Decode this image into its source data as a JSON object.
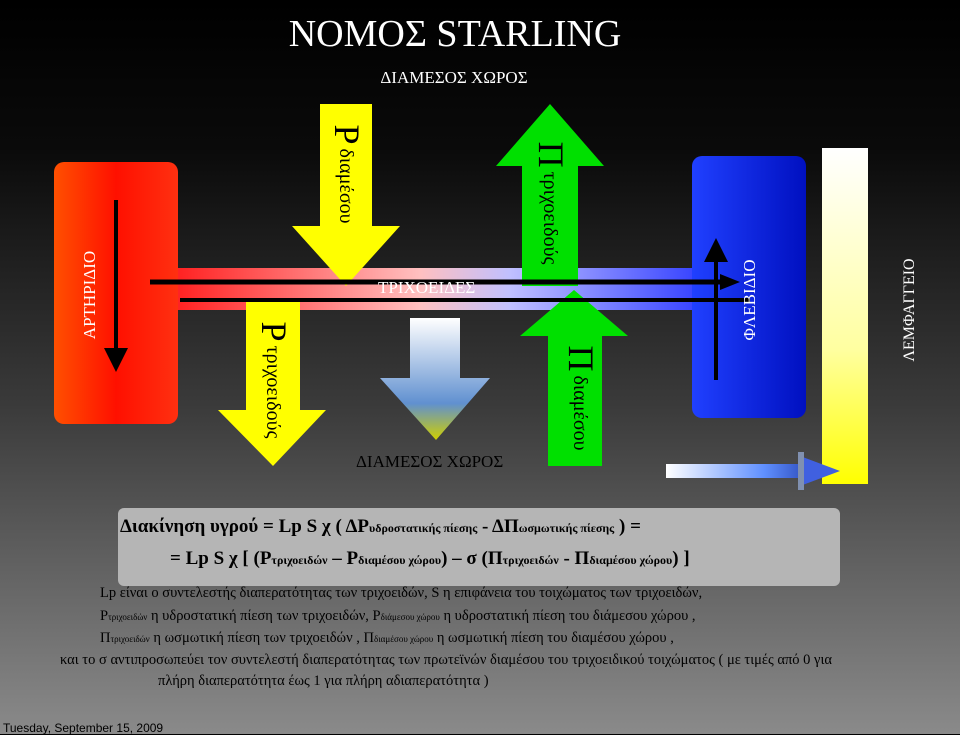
{
  "title": "ΝΟΜΟΣ STARLING",
  "top_label": "ΔΙΑΜΕΣΟΣ ΧΩΡΟΣ",
  "bottom_label": "ΔΙΑΜΕΣΟΣ ΧΩΡΟΣ",
  "capillary_label": "ΤΡΙΧΟΕΙΔΕΣ",
  "artery_label": "ΑΡΤΗΡΙΔΙΟ",
  "vein_label": "ΦΛΕΒΙΔΙΟ",
  "lymph_label": "ΛΕΜΦΑΓΓΕΙΟ",
  "arrows": {
    "p_interstitial": {
      "symbol": "P",
      "text": "διαμέσου"
    },
    "pi_capillary": {
      "symbol": "Π",
      "text": "τριχοειδούς"
    },
    "p_capillary": {
      "symbol": "P",
      "text": "τριχοειδούς"
    },
    "pi_interstitial": {
      "symbol": "Π",
      "text": "διαμέσου"
    }
  },
  "formula": {
    "l1_a": "Διακίνηση υγρού  =  Lp S χ  ( ΔP",
    "l1_sub1": "υδροστατικής πίεσης",
    "l1_b": " - ΔΠ",
    "l1_sub2": "ωσμωτικής πίεσης",
    "l1_c": " ) =",
    "l2_a": "=   Lp S χ [ (P",
    "l2_sub1": "τριχοειδών",
    "l2_b": " – P",
    "l2_sub2": "διαμέσου χώρου",
    "l2_c": ")  – σ (Π",
    "l2_sub3": "τριχοειδών",
    "l2_d": " - Π",
    "l2_sub4": "διαμέσου χώρου",
    "l2_e": ") ]"
  },
  "definitions": {
    "d1": "Lp  είναι  ο συντελεστής διαπερατότητας των τριχοειδών,   S   η επιφάνεια του τοιχώματος των τριχοειδών,",
    "d2_a": "P",
    "d2_sub1": "τριχοειδών",
    "d2_b": "    η υδροστατική πίεση των τριχοειδών,        P",
    "d2_sub2": "διάμεσου χώρου",
    "d2_c": "    η υδροστατική πίεση του διάμεσου χώρου ,",
    "d3_a": "Π",
    "d3_sub1": "τριχοειδών",
    "d3_b": "    η ωσμωτική πίεση των τριχοειδών ,          Π",
    "d3_sub2": "διαμέσου χώρου",
    "d3_c": "    η ωσμωτική πίεση του διαμέσου χώρου ,",
    "d4": "και το σ αντιπροσωπεύει τον συντελεστή διαπερατότητας των πρωτεϊνών διαμέσου του τριχοειδικού τοιχώματος    ( με τιμές από 0   για",
    "d5": "πλήρη διαπερατότητα έως  1  για πλήρη αδιαπερατότητα )"
  },
  "date": "Tuesday, September 15, 2009",
  "colors": {
    "artery": "#ff2000",
    "vein": "#1020d0",
    "yellow": "#ffff00",
    "green": "#00e000",
    "lymph": "#ffffd0"
  }
}
